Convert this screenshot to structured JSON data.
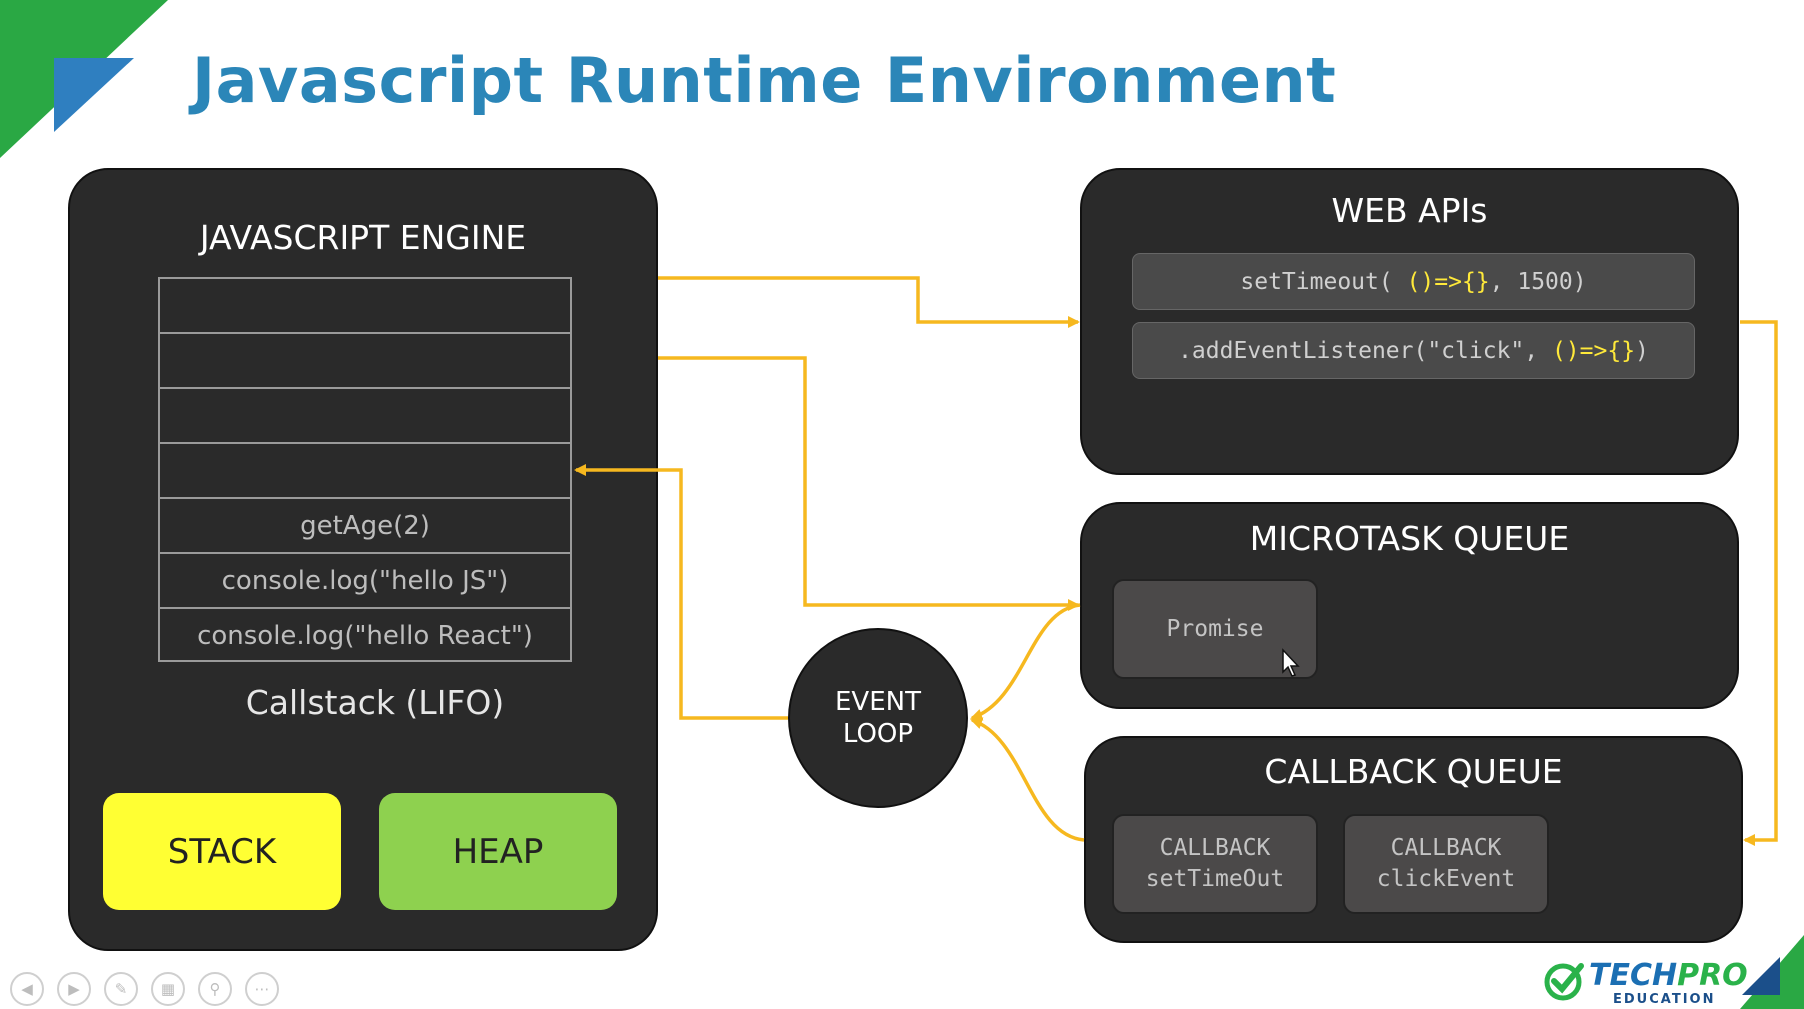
{
  "title": "Javascript Runtime Environment",
  "engine": {
    "title": "JAVASCRIPT ENGINE",
    "callstack": [
      "",
      "",
      "",
      "",
      "getAge(2)",
      "console.log(\"hello JS\")",
      "console.log(\"hello React\")"
    ],
    "caption": "Callstack (LIFO)",
    "stack_label": "STACK",
    "heap_label": "HEAP"
  },
  "web_apis": {
    "title": "WEB APIs",
    "items": [
      {
        "prefix": "setTimeout( ",
        "highlight": "()=>{}",
        "suffix": ", 1500)"
      },
      {
        "prefix": ".addEventListener(\"click\", ",
        "highlight": "()=>{}",
        "suffix": ")"
      }
    ]
  },
  "microtask_queue": {
    "title": "MICROTASK QUEUE",
    "items": [
      "Promise"
    ]
  },
  "callback_queue": {
    "title": "CALLBACK QUEUE",
    "items": [
      {
        "line1": "CALLBACK",
        "line2": "setTimeOut"
      },
      {
        "line1": "CALLBACK",
        "line2": "clickEvent"
      }
    ]
  },
  "event_loop": {
    "line1": "EVENT",
    "line2": "LOOP"
  },
  "logo": {
    "brand_a": "TECH",
    "brand_b": "PRO",
    "sub": "EDUCATION"
  },
  "colors": {
    "accent_title": "#2b86b8",
    "arrow": "#f6b81f",
    "stack_fill": "#ffff33",
    "heap_fill": "#8ed14f",
    "panel": "#2a2a2a",
    "code_highlight": "#ffe93a"
  },
  "controls": [
    "prev-icon",
    "next-icon",
    "pen-icon",
    "slides-icon",
    "zoom-icon",
    "more-icon"
  ]
}
